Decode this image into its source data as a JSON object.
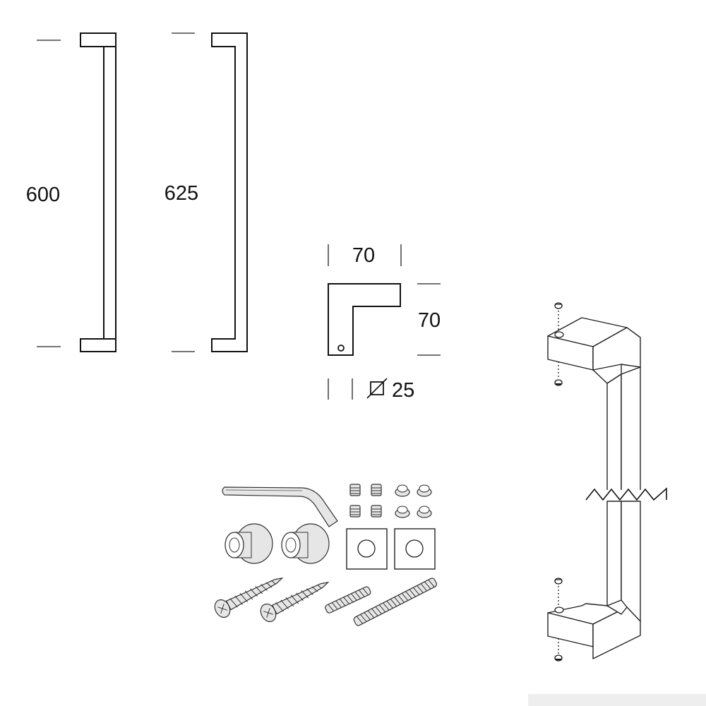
{
  "dimensions": {
    "length_a": "600",
    "length_b": "625",
    "width": "70",
    "depth": "70",
    "diameter": "25"
  },
  "colors": {
    "line": "#111111",
    "background": "#ffffff",
    "part_fill": "#e6e6e6"
  }
}
